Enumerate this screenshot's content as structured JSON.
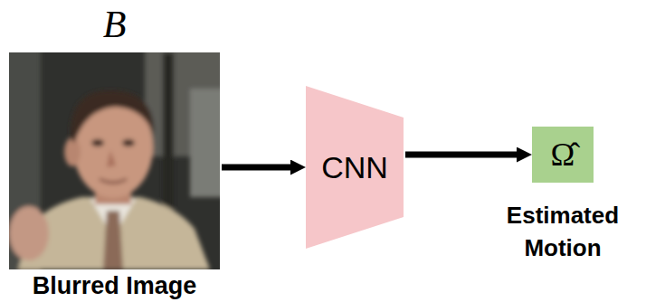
{
  "diagram": {
    "nodes": [
      {
        "text": [
          "B",
          "Blurred Image"
        ]
      },
      {
        "text": [
          "CNN"
        ]
      },
      {
        "text": [
          "Ω̂",
          "Estimated Motion"
        ]
      }
    ],
    "edges": [
      {
        "from": 0,
        "to": 1,
        "arrow": "to"
      },
      {
        "from": 1,
        "to": 2,
        "arrow": "to"
      }
    ]
  }
}
